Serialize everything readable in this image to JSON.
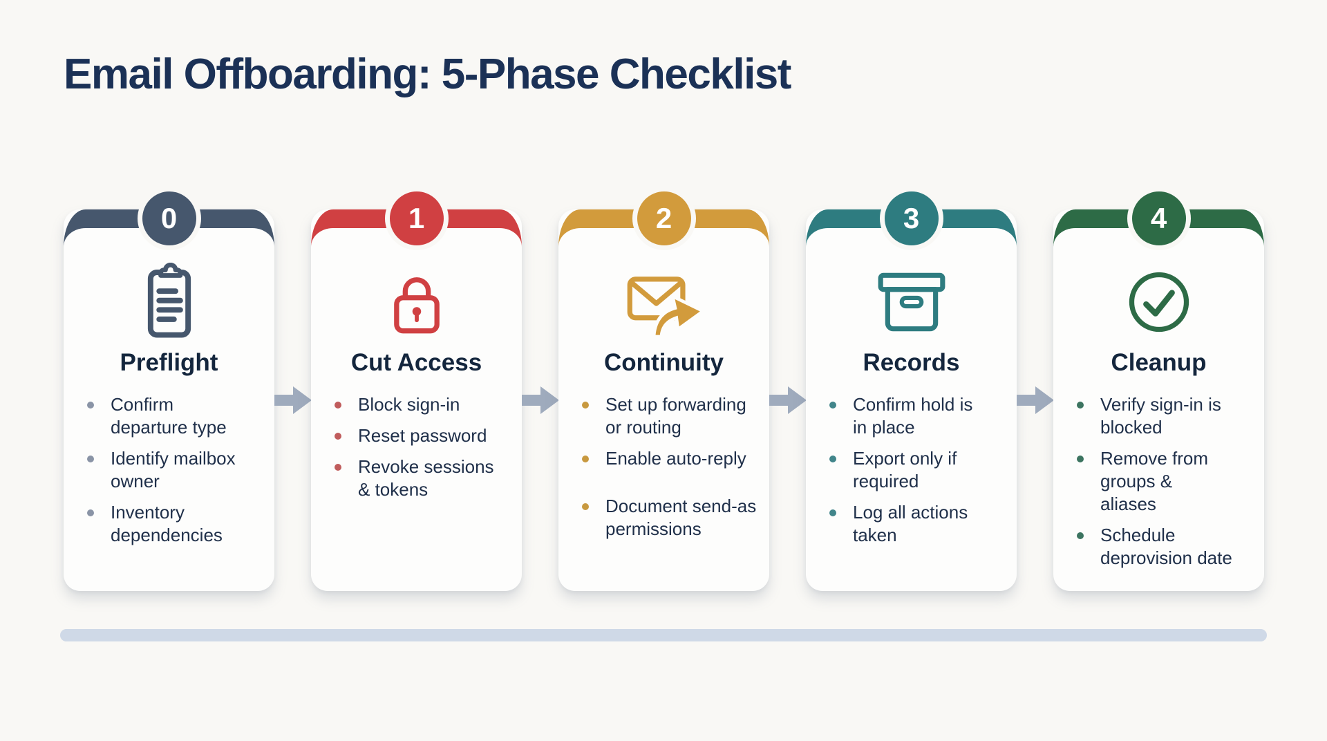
{
  "page": {
    "title": "Email Offboarding: 5-Phase Checklist",
    "title_color": "#1b3156",
    "background": "#f9f8f5"
  },
  "phases": [
    {
      "number": "0",
      "name": "Preflight",
      "icon": "clipboard-icon",
      "accent": "#46576d",
      "dot": "#8a94a6",
      "items": [
        "Confirm departure type",
        "Identify mailbox owner",
        "Inventory dependencies"
      ]
    },
    {
      "number": "1",
      "name": "Cut Access",
      "icon": "lock-icon",
      "accent": "#d04042",
      "dot": "#c05c5c",
      "items": [
        "Block sign-in",
        "Reset password",
        "Revoke sessions & tokens"
      ]
    },
    {
      "number": "2",
      "name": "Continuity",
      "icon": "mail-forward-icon",
      "accent": "#d29b3c",
      "dot": "#c8993f",
      "items": [
        "Set up forwarding or routing",
        "Enable auto-reply",
        "Document send-as permissions"
      ]
    },
    {
      "number": "3",
      "name": "Records",
      "icon": "archive-box-icon",
      "accent": "#2e7c80",
      "dot": "#41858a",
      "items": [
        "Confirm hold is in place",
        "Export only if required",
        "Log all actions taken"
      ]
    },
    {
      "number": "4",
      "name": "Cleanup",
      "icon": "check-circle-icon",
      "accent": "#2d6b46",
      "dot": "#3c7460",
      "items": [
        "Verify sign-in is blocked",
        "Remove from groups & aliases",
        "Schedule deprovision date"
      ]
    }
  ],
  "arrow": {
    "color": "#9fabbd"
  },
  "divider": {
    "color": "#cfd9e7"
  }
}
